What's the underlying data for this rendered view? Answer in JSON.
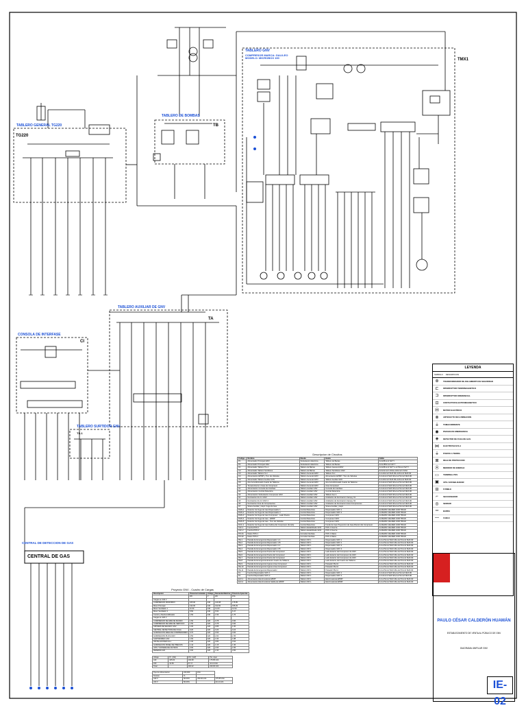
{
  "panels": {
    "tg220": "TG220",
    "tg220_caption": "TABLERO GENERAL TG220",
    "tb": "TB",
    "tb_caption": "TABLERO DE BOMBAS",
    "tmx1": "TMX1",
    "tmx1_caption": "TABLERO GNV",
    "tmx1_sub": "COMPRESOR MARCA: GALILEO MODELO: MICROBOX 100",
    "ta": "TA",
    "ta_caption": "TABLERO AUXILIAR DE GNV",
    "ci": "CI",
    "ci_caption": "CONSOLA DE INTERFASE",
    "ts1": "TS-1",
    "ts1_caption": "TABLERO SURTIDOR GNV",
    "central_gas": "CENTRAL DE GAS",
    "central_caption": "CENTRAL DE DETECCION DE GAS"
  },
  "load_table": {
    "title": "Proyecto GNV - Cuadro de Cargas",
    "headers": [
      "Descripcion",
      "Potencia Instalada",
      "Voltaje",
      "Demanda Maxima",
      "Potencia Aparente"
    ],
    "units": [
      "",
      "kW",
      "V",
      "kW",
      "kVA"
    ],
    "rows": [
      [
        "Cargas en 440 V",
        "",
        "",
        "",
        ""
      ],
      [
        "COMPRESOR MICROBOX",
        "165.00",
        "440",
        "149.38",
        "175.85"
      ],
      [
        "Motor Principal",
        "132.00",
        "440",
        "132.00",
        "155.29"
      ],
      [
        "Motor Ventilador 1",
        "11.00",
        "440",
        "11.00",
        "12.94"
      ],
      [
        "Motor Ventilador 2",
        "5.50",
        "440",
        "5.50",
        "6.47"
      ],
      [
        "Control y Deshumidificador",
        "1.50",
        "440",
        "1.50",
        "1.76"
      ],
      [
        "Cargas en 220 V",
        "",
        "",
        "",
        ""
      ],
      [
        "COMPRESOR DE AIRE DE MANDO",
        "1.50",
        "220",
        "0.78",
        "0.96"
      ],
      [
        "COMPRESOR DE AIRE DE SERVICIO",
        "1.50",
        "220",
        "0.78",
        "0.96"
      ],
      [
        "SISTEMA DE SECADO GNV",
        "1.00",
        "220",
        "0.85",
        "1.00"
      ],
      [
        "CENTRAL DETECTORA DE FUGA",
        "0.20",
        "220",
        "0.20",
        "0.24"
      ],
      [
        "ILUMINACION AREA DE COMPRESORES",
        "0.70",
        "220",
        "0.56",
        "0.66"
      ],
      [
        "ILUMINACION PLAYA GNV",
        "2.50",
        "220",
        "2.00",
        "2.35"
      ],
      [
        "SURTIDORES GNV",
        "1.60",
        "220",
        "1.60",
        "1.88"
      ],
      [
        "INSTALACIONES GLL",
        "1.00",
        "220",
        "0.80",
        "0.94"
      ],
      [
        "ILUMINACION PANEL DE PRECIOS",
        "1.44",
        "220",
        "1.15",
        "1.36"
      ],
      [
        "UPS Y SISTEMA DE FILTROS",
        "2.00",
        "220",
        "2.00",
        "2.35"
      ],
      [
        "RESERVA 220",
        "3.00",
        "220",
        "2.40",
        "2.82"
      ]
    ],
    "totals": [
      [
        "Voltaje",
        "P.I. (kW)",
        "M.D. (kW)",
        "Pot. Apar."
      ],
      [
        "440",
        "165.00",
        "149.38",
        "175.85 kVA"
      ],
      [
        "220",
        "41.59",
        "37.17",
        "44.14 kVA"
      ],
      [
        "Total",
        "",
        "192.22",
        "220.00 kVA"
      ]
    ],
    "transformer": [
      [
        "Tipo de Alimentacion",
        "240,000",
        "kVA"
      ],
      [
        "Tension",
        "%",
        ""
      ],
      [
        "440 V",
        "50.00%",
        "250.00 kVA",
        "175.85 kVA"
      ],
      [
        "220 V",
        "50.00%",
        "",
        "44.14 kVA"
      ]
    ]
  },
  "circuit_table": {
    "title": "Descripcion de Circuitos",
    "headers": [
      "Codigo",
      "Nombre",
      "Desde",
      "Hasta",
      "Cable"
    ],
    "rows": [
      [
        "P1",
        "Alimentador Principal 220V",
        "Subestacion Electrica",
        "Tablero de Barras",
        "3x1x95mm2 N2YY"
      ],
      [
        "P2",
        "Alimentador Principal 440v",
        "Subestacion Electrica",
        "Tablero de Barras",
        "3x1x185mm2 N2YY"
      ],
      [
        "C1",
        "Alimentador Tablero TG-1",
        "Tablero de Barras",
        "Tablero General 220V",
        "3x1x95mm2 N2YY+1x70mm2 N2YY"
      ],
      [
        "C2",
        "Alimentador Tablero Surtidores",
        "Tablero de Barras",
        "Tablero Surtidores GNV",
        "3x1x4mm2 LSOH+1x6mm2 LSOH"
      ],
      [
        "C3",
        "Alimentador Tablero S.U.",
        "Tablero General 220V",
        "Tablero S.U.",
        "3-1x10mm2 NHX-90+1x6mm2 NHX-90"
      ],
      [
        "C4",
        "Alimentacion EPMP y Tren de Valvulas",
        "Tablero General 220V",
        "Alimentacion EPMP / Tren de Valvulas",
        "3-1x4mm2 NHX-90+1x2.5mm2 NHX-90"
      ],
      [
        "C5",
        "Alimentador Tablero Auxiliar GNV",
        "Tablero General 220V",
        "Tablero Auxiliar GNV",
        "3-1x10mm2 NHX-90+1x6mm2 NHX-90"
      ],
      [
        "C6",
        "Aire Acondicionado Cuarto de Tableros",
        "Tablero General 220V",
        "Aire Acondicionado Cuarto de Tableros",
        "3-1x4mm2 NHX-90+1x2.5mm2 NHX-90"
      ],
      [
        "C7",
        "Tomacorriente 1 Fase de Compresor",
        "Tablero General 220V",
        "Area Compresor",
        "3-1x4mm2 NHX-90+1x2.5mm2 NHX-90"
      ],
      [
        "A1",
        "Alimentacion Consola de Interfase",
        "Tablero Auxiliar GNV",
        "Consola de Interfase",
        "3-1x4mm2 NHX-90+1x2.5mm2 NHX-90"
      ],
      [
        "A2",
        "Alimentacion Central Detectora",
        "Tablero Auxiliar GNV",
        "Central Detectora",
        "3-1x4mm2 NHX-90+1x2.5mm2 NHX-90"
      ],
      [
        "A3",
        "Alimentacion Subestacion Compresor GNV",
        "Tablero Auxiliar GNV",
        "Tablero Aux.1",
        "3-1x4mm2 NHX-90+1x2.5mm2 NHX-90"
      ],
      [
        "A4",
        "Iluminacion ALU-1 GNV",
        "Tablero Auxiliar GNV",
        "Artefactos de iluminacion Canopy 01",
        "3-1x4mm2 NHX-90+1x2.5mm2 NHX-90"
      ],
      [
        "A5",
        "Iluminacion ALU-2 GNV 2",
        "Tablero Auxiliar GNV",
        "Artefactos de iluminacion Canopy 02",
        "3-1x4mm2 NHX-90+1x2.5mm2 NHX-90"
      ],
      [
        "A6",
        "Iluminacion Area de Compresores",
        "Tablero Auxiliar GNV",
        "Artefactos de iluminacion Area Compresores",
        "3-1x4mm2 NHX-90+1x2.5mm2 NHX-90"
      ],
      [
        "A7",
        "Stress Auxiliar y Aspir. Fuga de Gas",
        "Tablero Auxiliar GNV",
        "Stress Auxiliar y Aspir.",
        "3-1x4mm2 NHX-90+1x2.5mm2 NHX-90"
      ],
      [
        "DGN-1",
        "Detector de Fuga de Gas Dispensador 1",
        "Central Detectora",
        "Dispensador GNV 1",
        "4x16AWG VELDEN 1000 TRIAD"
      ],
      [
        "DGN-2",
        "Detector de Fuga de Gas Dispensador 2",
        "Central Detectora",
        "Dispensador GNV 2",
        "4x16AWG VELDEN 1000 TRIAD"
      ],
      [
        "DGN-3",
        "Detector de Fuga de Gas Compresor - Lado Puerta",
        "Central Detectora",
        "Compresor GNV",
        "4x16AWG VELDEN 1000 TRIAD"
      ],
      [
        "DGN-4",
        "Detector de Fuga de Gas - EPMP",
        "Central Detectora",
        "Compresor GNV",
        "4x16AWG VELDEN 1000 TRIAD"
      ],
      [
        "DGN-5",
        "Detector de Fuga de Gas - Tren de Valvulas",
        "Central Detectora",
        "Compresor GNV",
        "4x16AWG VELDEN 1000 TRIAD"
      ],
      [
        "DCC-1",
        "Detector de Fuga de Gas Cabina del Compresor (Fondo)",
        "Central Detectora",
        "Fondo de Gas Proyeccion de Gas Ahterior del Compresor",
        "4x16AWG VELDEN 1000 TRIAD"
      ],
      [
        "CLF-1",
        "Fuerza POS 1",
        "Tablero Estabilizado GNV",
        "POS 1 Fuerza",
        "4x16AWG VELDEN 1000 TRIAD"
      ],
      [
        "CLF-2",
        "Fuerza POS 2",
        "Tablero Estabilizado GNV",
        "POS 2 Fuerza",
        "4x16AWG VELDEN 1000 TRIAD"
      ],
      [
        "PO-01",
        "Datos POS 1",
        "Consola Interfase",
        "POS 1 Datos",
        "4x16AWG VELDEN 1000 TRIAD"
      ],
      [
        "PO-02",
        "Datos POS 2",
        "Consola Interfase",
        "POS 2 Datos",
        "4x16AWG VELDEN 1000 TRIAD"
      ],
      [
        "PE-1",
        "Parada de Emergencia Dispensador 1 A",
        "Tablero MX 1",
        "Dispensador GNV 1",
        "3-1x2.5mm2 NHX-90+1x2.5mm2 NHX-90"
      ],
      [
        "PE-2",
        "Parada de Emergencia Dispensador 1 B",
        "Tablero MX 1",
        "Dispensador GNV 1",
        "3-1x2.5mm2 NHX-90+1x2.5mm2 NHX-90"
      ],
      [
        "PE-3",
        "Parada de Emergencia Dispensador 2 A",
        "Tablero MX 1",
        "Dispensador GNV 2",
        "3-1x2.5mm2 NHX-90+1x2.5mm2 NHX-90"
      ],
      [
        "PE-4",
        "Parada de Emergencia Dispensador 2 B",
        "Tablero MX 1",
        "Dispensador GNV 2",
        "3-1x2.5mm2 NHX-90+1x2.5mm2 NHX-90"
      ],
      [
        "PE-5",
        "Parada de Emergencia Puerta del Compresor",
        "Tablero MX 1",
        "Lado Exterior del Compresor de GNV",
        "3-1x2.5mm2 NHX-90+1x2.5mm2 NHX-90"
      ],
      [
        "PE-6",
        "Parada de Emergencia Puerta del Compresor",
        "Tablero MX 1",
        "Lado Exterior del Compresor de GNV",
        "3-1x2.5mm2 NHX-90+1x2.5mm2 NHX-90"
      ],
      [
        "PE-7",
        "Parada de Emergencia Puerta del Compresor",
        "Tablero MX 1",
        "Lado Exterior del Compresor de GNV",
        "3-1x2.5mm2 NHX-90+1x2.5mm2 NHX-90"
      ],
      [
        "PE-8",
        "Parada de Emergencia Exterior Cuarto de Tableros",
        "Tablero MX 1",
        "Lado Exterior del Cuarto de Tableros",
        "3-1x2.5mm2 NHX-90+1x2.5mm2 NHX-90"
      ],
      [
        "PE-9",
        "Parada de Emergencia Ingreso Area Compresor",
        "Tablero MX 1",
        "Pulsador PE-10",
        "3-1x2.5mm2 NHX-90+1x2.5mm2 NHX-90"
      ],
      [
        "PE-10",
        "Parada de Emergencia Ingreso Area Compresor",
        "Tablero MX 1",
        "Pulsador PE-10",
        "3-1x2.5mm2 NHX-90+1x2.5mm2 NHX-90"
      ],
      [
        "PE-11",
        "Parada de Emergencia Dispensador",
        "Tablero MX 1",
        "Pulsador PE-11",
        "3-1x2.5mm2 NHX-90+1x2.5mm2 NHX-90"
      ],
      [
        "F1",
        "Fuerza Dispensador GNV 1",
        "Tablero MX 1",
        "Dispensador GNV 1",
        "3-1x4mm2 NHX-90+1x2.5mm2 NHX-90"
      ],
      [
        "F2",
        "Fuerza Dispensador GNV 2",
        "Tablero MX 1",
        "Dispensador GNV 2",
        "3-1x4mm2 NHX-90+1x2.5mm2 NHX-90"
      ],
      [
        "ELV-1",
        "Alimentacion Electrovalvula EPMP",
        "Tablero MX 1",
        "Electrovalvula EPMP",
        "3-1x2.5mm2 NHX-90+1x2.5mm2 NHX-90"
      ],
      [
        "ELV-2",
        "Alimentacion Electrovalvula Salida de EPMP",
        "Tablero MX 1",
        "Electrovalvula EPMP",
        "3-1x2.5mm2 NHX-90+1x2.5mm2 NHX-90"
      ]
    ]
  },
  "legend": {
    "title": "LEYENDA",
    "col_symbol": "SIMBOLO",
    "col_desc": "DESCRIPCION",
    "items": [
      {
        "icon": "transformer-icon",
        "glyph": "⊛",
        "text": "TRANSFORMADOR DE AISLAMIENTO DE SEGURIDAD"
      },
      {
        "icon": "breaker-icon",
        "glyph": "⊏",
        "text": "INTERRUPTOR TERMOMAGNETICO"
      },
      {
        "icon": "differential-icon",
        "glyph": "⊐",
        "text": "INTERRUPTOR DIFERENCIAL"
      },
      {
        "icon": "contactor-icon",
        "glyph": "⊡",
        "text": "CONTACTOR ELECTROMAGNETICO"
      },
      {
        "icon": "motor-icon",
        "glyph": "Ⓜ",
        "text": "MOTOR ELECTRICO"
      },
      {
        "icon": "lamp-icon",
        "glyph": "⊗",
        "text": "ARTEFACTO DE ILUMINACION"
      },
      {
        "icon": "outlet-icon",
        "glyph": "⏚",
        "text": "TOMACORRIENTE"
      },
      {
        "icon": "stop-icon",
        "glyph": "◉",
        "text": "PARADA DE EMERGENCIA"
      },
      {
        "icon": "detector-icon",
        "glyph": "◈",
        "text": "DETECTOR DE FUGA DE GAS"
      },
      {
        "icon": "valve-icon",
        "glyph": "⋈",
        "text": "ELECTROVALVULA"
      },
      {
        "icon": "ground-icon",
        "glyph": "⏚",
        "text": "PUESTA A TIERRA"
      },
      {
        "icon": "relay-icon",
        "glyph": "⊠",
        "text": "RELE DE PROTECCION"
      },
      {
        "icon": "meter-icon",
        "glyph": "Ⓐ",
        "text": "MEDIDOR DE ENERGIA"
      },
      {
        "icon": "pos-icon",
        "glyph": "▭",
        "text": "TERMINAL POS"
      },
      {
        "icon": "ups-icon",
        "glyph": "▣",
        "text": "UPS / ESTABILIZADOR"
      },
      {
        "icon": "fuse-icon",
        "glyph": "⊟",
        "text": "FUSIBLE"
      },
      {
        "icon": "switch-icon",
        "glyph": "⌐",
        "text": "SECCIONADOR"
      },
      {
        "icon": "sensor-icon",
        "glyph": "◎",
        "text": "SENSOR"
      },
      {
        "icon": "bus-icon",
        "glyph": "═",
        "text": "BARRA"
      },
      {
        "icon": "cable-icon",
        "glyph": "―",
        "text": "CABLE"
      }
    ]
  },
  "title_block": {
    "name": "PAULO CÉSAR CALDERÓN HUAMÁN",
    "description": "ESTABLECIMIENTO DE VENTA AL PÚBLICO DE GNV",
    "diagram": "DIAGRAMA UNIFILAR GNV",
    "code": "IE-02"
  }
}
